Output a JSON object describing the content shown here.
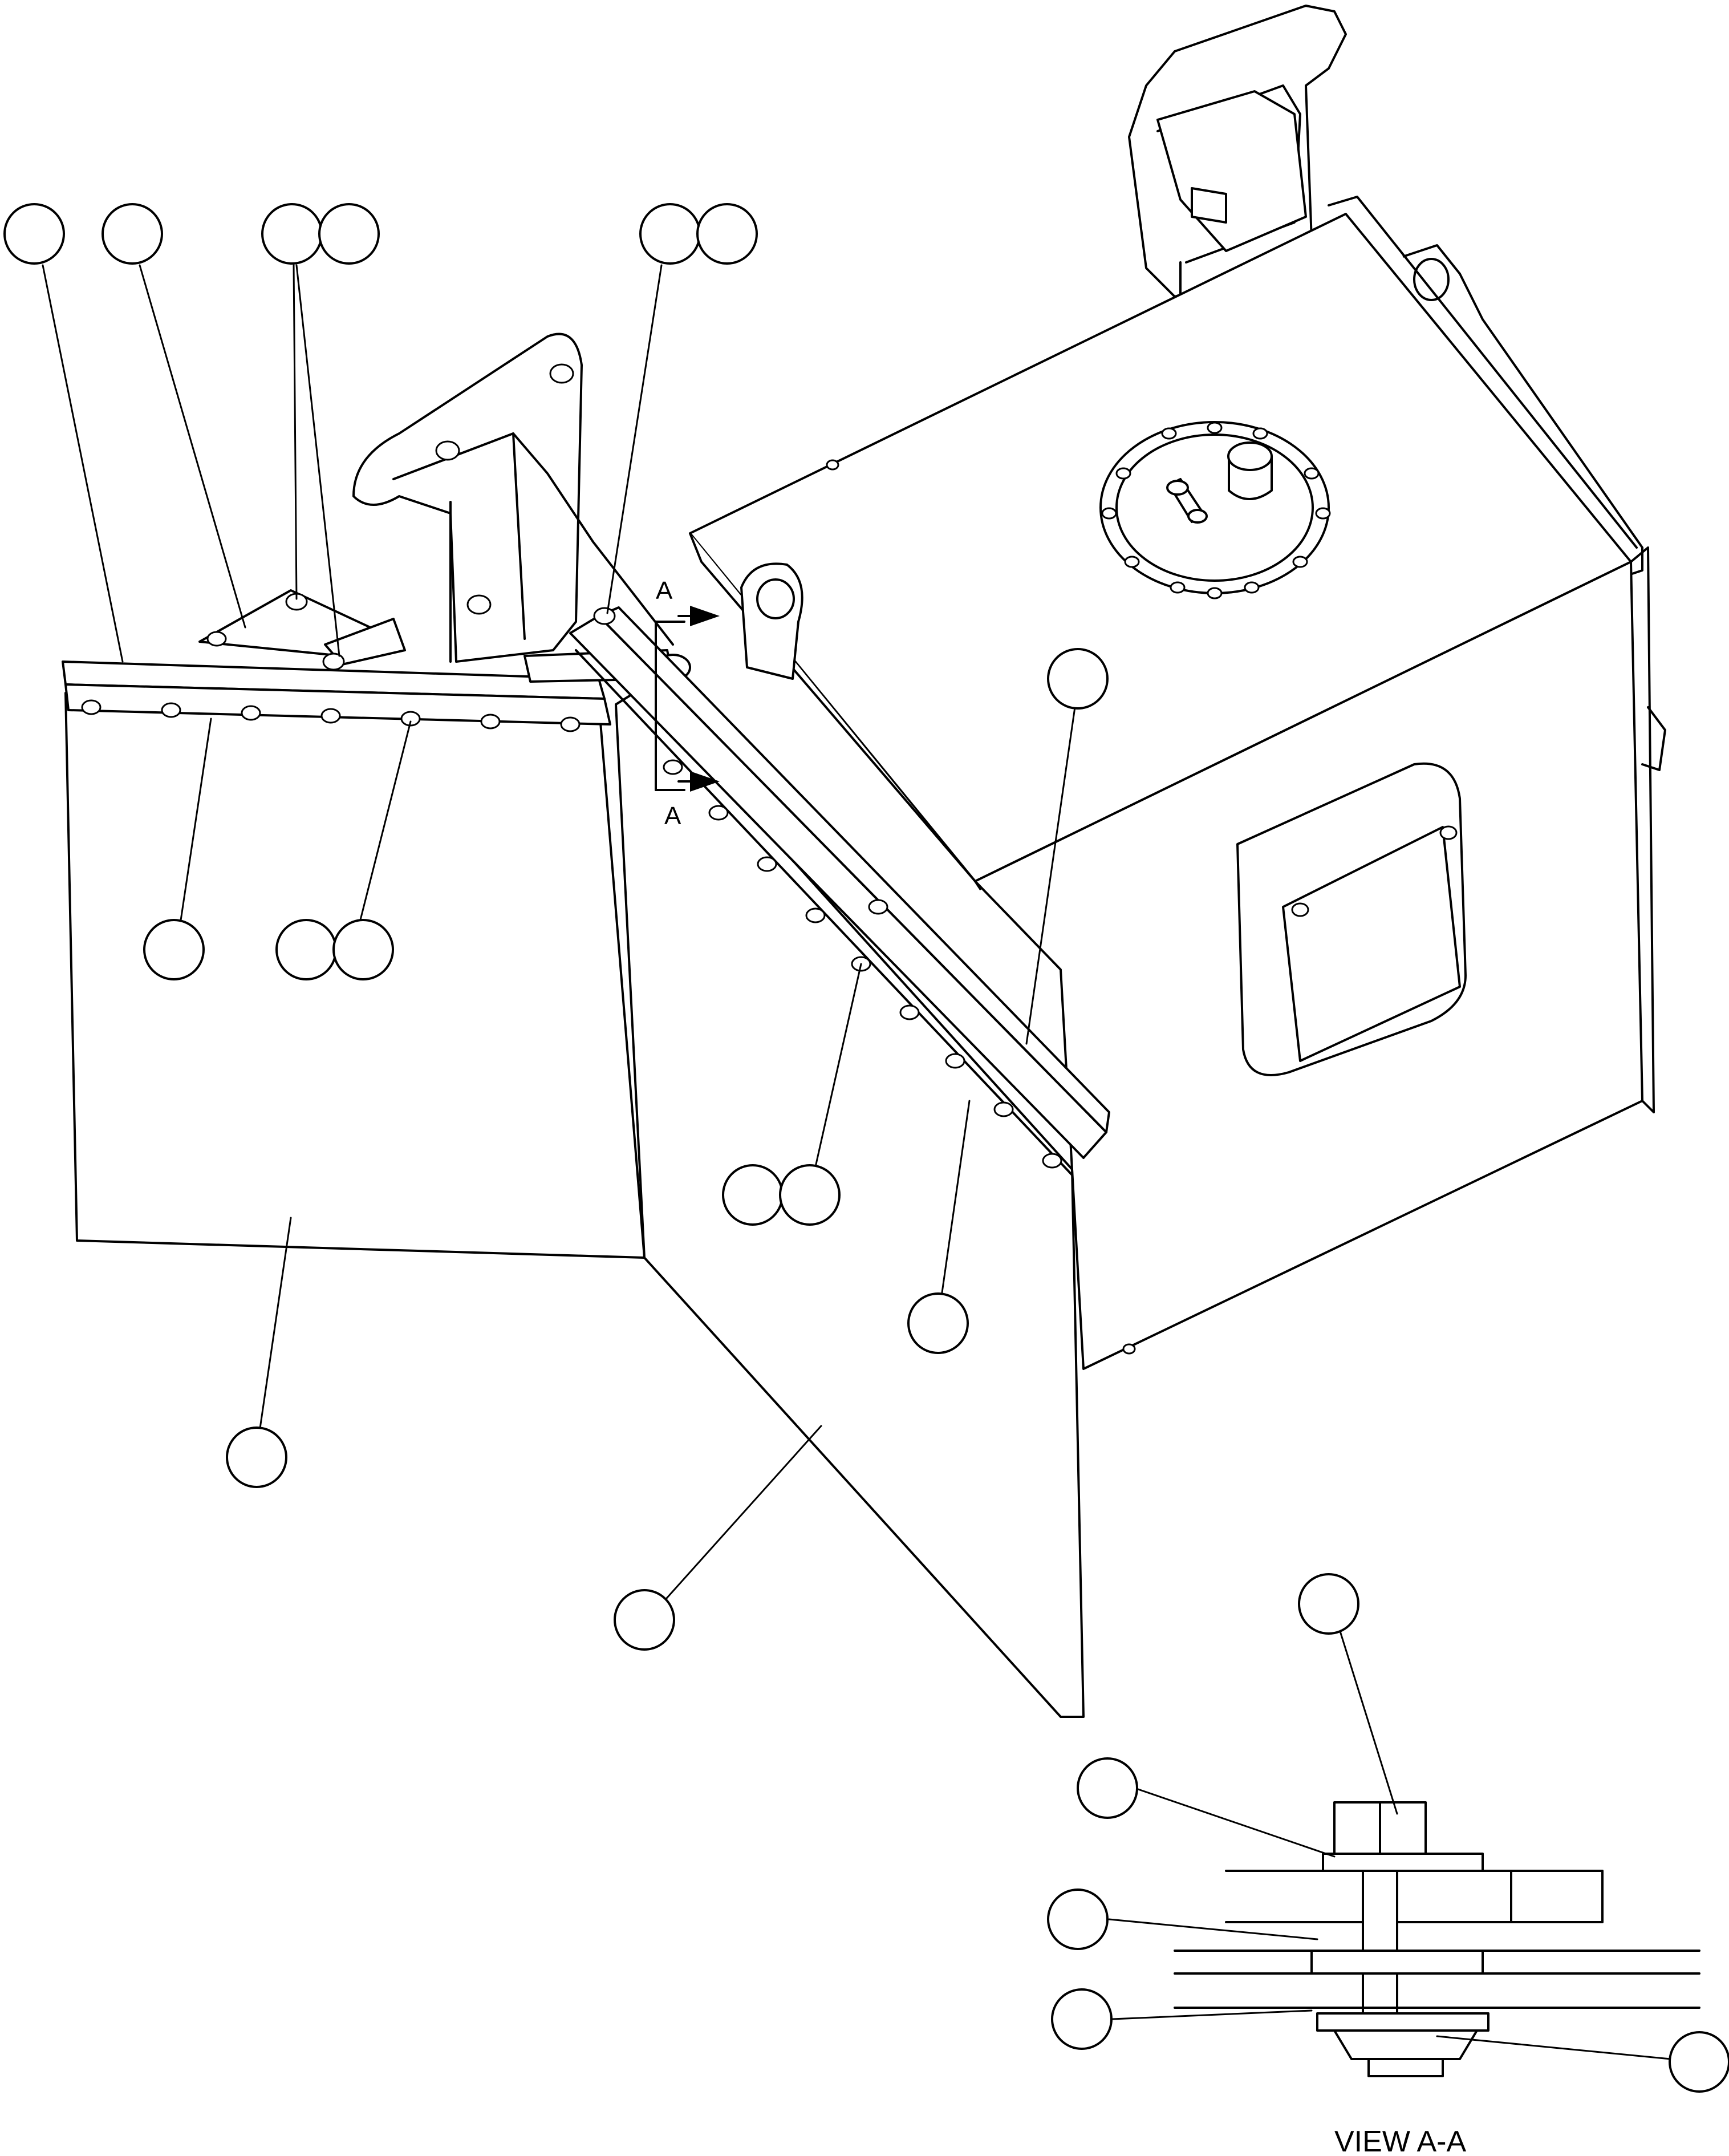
{
  "drawing": {
    "section_marker_top": "A",
    "section_marker_bottom": "A",
    "section_view_label": "VIEW A-A"
  }
}
